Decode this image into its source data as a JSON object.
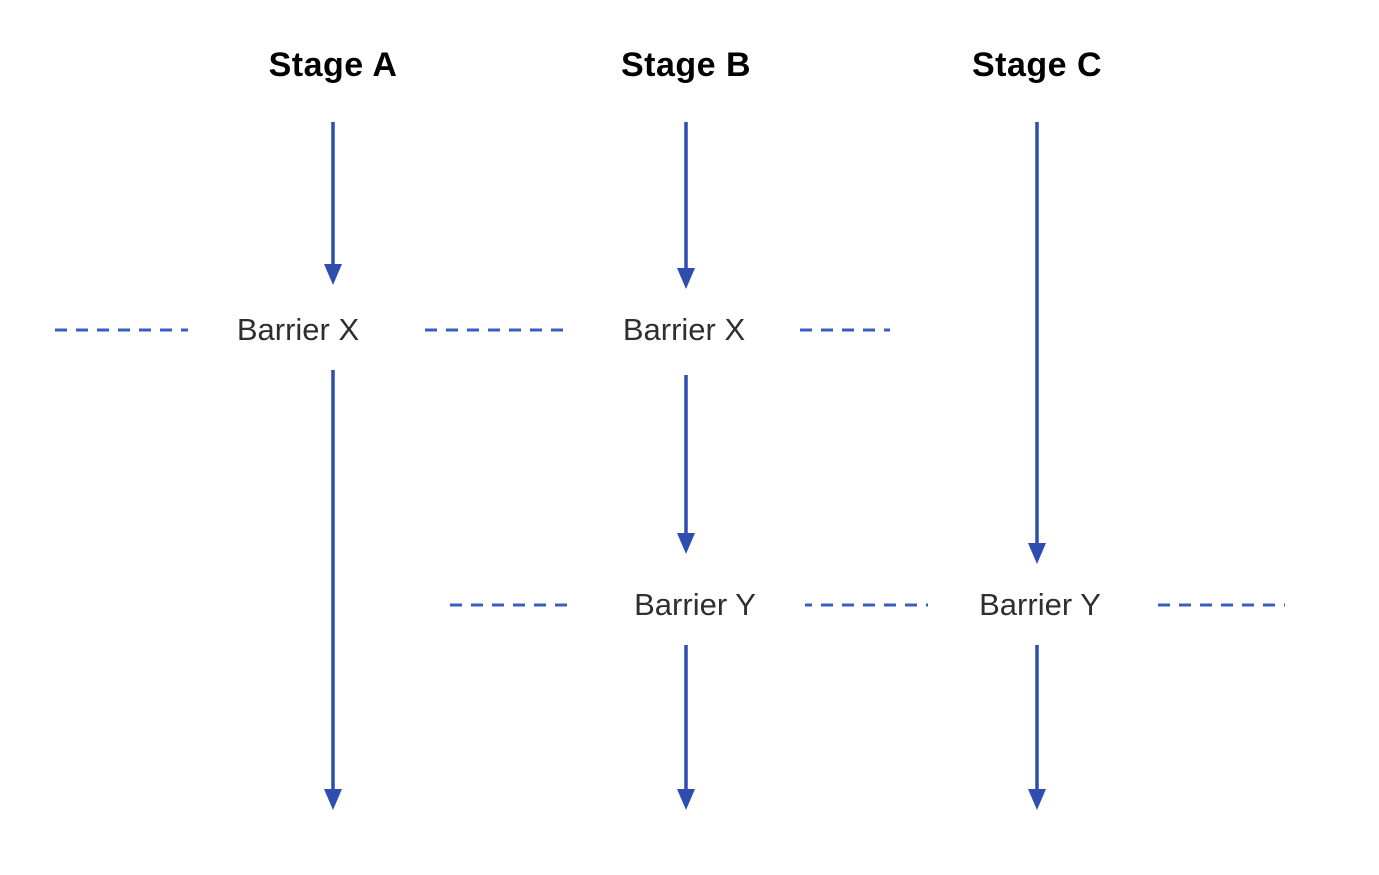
{
  "diagram": {
    "title": "pipeline-stages-with-barriers",
    "colors": {
      "arrow": "#2d4eae",
      "dash": "#3a5cc5",
      "stage_text": "#000000",
      "barrier_text": "#2f2f2f",
      "background": "#ffffff"
    },
    "stages": [
      {
        "label": "Stage A"
      },
      {
        "label": "Stage B"
      },
      {
        "label": "Stage C"
      }
    ],
    "barriers": {
      "x_row": {
        "labels": [
          {
            "text": "Barrier X"
          },
          {
            "text": "Barrier X"
          }
        ],
        "applies_to_stages": [
          "Stage A",
          "Stage B"
        ]
      },
      "y_row": {
        "labels": [
          {
            "text": "Barrier Y"
          },
          {
            "text": "Barrier Y"
          }
        ],
        "applies_to_stages": [
          "Stage B",
          "Stage C"
        ]
      }
    }
  }
}
